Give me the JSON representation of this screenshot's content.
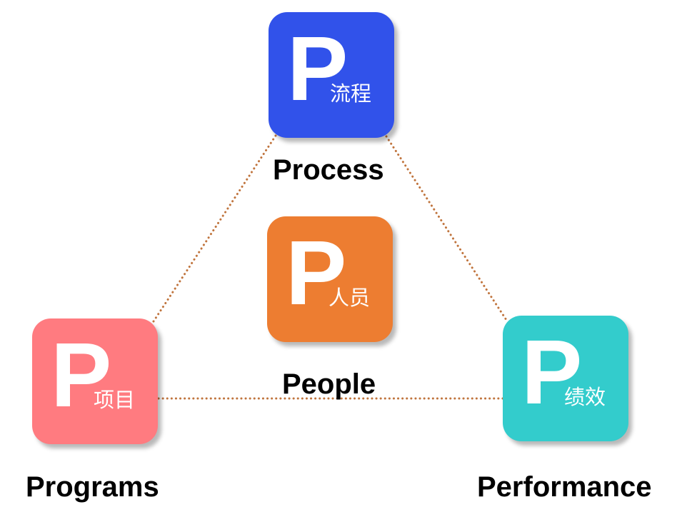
{
  "diagram": {
    "title": "",
    "connector_color": "#C0743D",
    "connector_style": "dotted",
    "nodes": [
      {
        "id": "process",
        "letter": "P",
        "cn_label": "流程",
        "en_label": "Process",
        "color": "#3152EA",
        "position": "top"
      },
      {
        "id": "people",
        "letter": "P",
        "cn_label": "人员",
        "en_label": "People",
        "color": "#ED7D31",
        "position": "center"
      },
      {
        "id": "programs",
        "letter": "P",
        "cn_label": "项目",
        "en_label": "Programs",
        "color": "#FF7B80",
        "position": "bottom-left"
      },
      {
        "id": "performance",
        "letter": "P",
        "cn_label": "绩效",
        "en_label": "Performance",
        "color": "#33CCCC",
        "position": "bottom-right"
      }
    ],
    "edges": [
      {
        "from": "process",
        "to": "programs"
      },
      {
        "from": "process",
        "to": "performance"
      },
      {
        "from": "programs",
        "to": "performance"
      }
    ]
  }
}
